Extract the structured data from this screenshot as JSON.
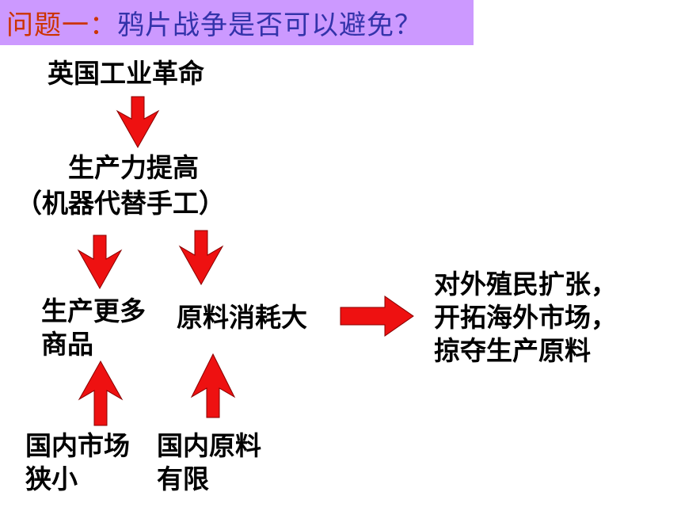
{
  "title": {
    "prefix": "问题一：",
    "question": "鸦片战争是否可以避免？"
  },
  "nodes": {
    "industrial_revolution": "英国工业革命",
    "productivity": {
      "line1": "生产力提高",
      "line2": "（机器代替手工）"
    },
    "more_goods": {
      "line1": "生产更多",
      "line2": "商品"
    },
    "raw_material_consumption": "原料消耗大",
    "colonial_expansion": {
      "line1": "对外殖民扩张，",
      "line2": "开拓海外市场，",
      "line3": "掠夺生产原料"
    },
    "narrow_domestic_market": {
      "line1": "国内市场",
      "line2": "狭小"
    },
    "limited_domestic_materials": {
      "line1": "国内原料",
      "line2": "有限"
    }
  },
  "colors": {
    "arrow": "#ee1111",
    "arrow_outline": "#880000",
    "title_background": "#cc99ff",
    "title_prefix": "#cc3300",
    "title_question": "#3333aa"
  }
}
